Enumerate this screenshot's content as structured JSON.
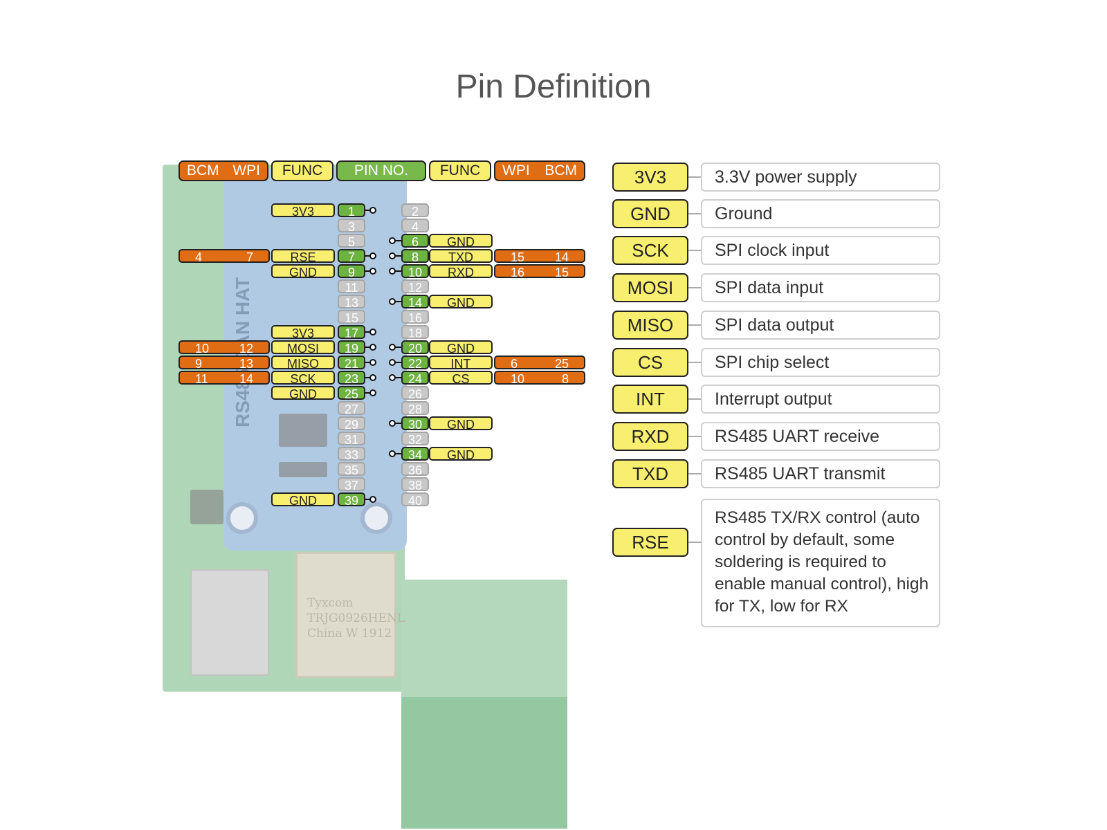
{
  "title": "Pin Definition",
  "headers": {
    "bcm": "BCM",
    "wpi": "WPI",
    "func": "FUNC",
    "pin_no": "PIN NO."
  },
  "colors": {
    "orange": "#e06c14",
    "yellow": "#f8ee70",
    "green": "#6cb33f",
    "grey": "#c8c8c8"
  },
  "board": {
    "hat_label": "RS485 CAN HAT",
    "eth_text": [
      "Tyxcom",
      "TRJG0926HENL",
      "China W 1912"
    ]
  },
  "left_pins": [
    {
      "num": "1",
      "func": "3V3",
      "bcm": "",
      "wpi": ""
    },
    {
      "num": "3",
      "func": "",
      "bcm": "",
      "wpi": ""
    },
    {
      "num": "5",
      "func": "",
      "bcm": "",
      "wpi": ""
    },
    {
      "num": "7",
      "func": "RSE",
      "bcm": "4",
      "wpi": "7"
    },
    {
      "num": "9",
      "func": "GND",
      "bcm": "",
      "wpi": ""
    },
    {
      "num": "11",
      "func": "",
      "bcm": "",
      "wpi": ""
    },
    {
      "num": "13",
      "func": "",
      "bcm": "",
      "wpi": ""
    },
    {
      "num": "15",
      "func": "",
      "bcm": "",
      "wpi": ""
    },
    {
      "num": "17",
      "func": "3V3",
      "bcm": "",
      "wpi": ""
    },
    {
      "num": "19",
      "func": "MOSI",
      "bcm": "10",
      "wpi": "12"
    },
    {
      "num": "21",
      "func": "MISO",
      "bcm": "9",
      "wpi": "13"
    },
    {
      "num": "23",
      "func": "SCK",
      "bcm": "11",
      "wpi": "14"
    },
    {
      "num": "25",
      "func": "GND",
      "bcm": "",
      "wpi": ""
    },
    {
      "num": "27",
      "func": "",
      "bcm": "",
      "wpi": ""
    },
    {
      "num": "29",
      "func": "",
      "bcm": "",
      "wpi": ""
    },
    {
      "num": "31",
      "func": "",
      "bcm": "",
      "wpi": ""
    },
    {
      "num": "33",
      "func": "",
      "bcm": "",
      "wpi": ""
    },
    {
      "num": "35",
      "func": "",
      "bcm": "",
      "wpi": ""
    },
    {
      "num": "37",
      "func": "",
      "bcm": "",
      "wpi": ""
    },
    {
      "num": "39",
      "func": "GND",
      "bcm": "",
      "wpi": ""
    }
  ],
  "right_pins": [
    {
      "num": "2",
      "func": "",
      "wpi": "",
      "bcm": ""
    },
    {
      "num": "4",
      "func": "",
      "wpi": "",
      "bcm": ""
    },
    {
      "num": "6",
      "func": "GND",
      "wpi": "",
      "bcm": ""
    },
    {
      "num": "8",
      "func": "TXD",
      "wpi": "15",
      "bcm": "14"
    },
    {
      "num": "10",
      "func": "RXD",
      "wpi": "16",
      "bcm": "15"
    },
    {
      "num": "12",
      "func": "",
      "wpi": "",
      "bcm": ""
    },
    {
      "num": "14",
      "func": "GND",
      "wpi": "",
      "bcm": ""
    },
    {
      "num": "16",
      "func": "",
      "wpi": "",
      "bcm": ""
    },
    {
      "num": "18",
      "func": "",
      "wpi": "",
      "bcm": ""
    },
    {
      "num": "20",
      "func": "GND",
      "wpi": "",
      "bcm": ""
    },
    {
      "num": "22",
      "func": "INT",
      "wpi": "6",
      "bcm": "25"
    },
    {
      "num": "24",
      "func": "CS",
      "wpi": "10",
      "bcm": "8"
    },
    {
      "num": "26",
      "func": "",
      "wpi": "",
      "bcm": ""
    },
    {
      "num": "28",
      "func": "",
      "wpi": "",
      "bcm": ""
    },
    {
      "num": "30",
      "func": "GND",
      "wpi": "",
      "bcm": ""
    },
    {
      "num": "32",
      "func": "",
      "wpi": "",
      "bcm": ""
    },
    {
      "num": "34",
      "func": "GND",
      "wpi": "",
      "bcm": ""
    },
    {
      "num": "36",
      "func": "",
      "wpi": "",
      "bcm": ""
    },
    {
      "num": "38",
      "func": "",
      "wpi": "",
      "bcm": ""
    },
    {
      "num": "40",
      "func": "",
      "wpi": "",
      "bcm": ""
    }
  ],
  "legend": [
    {
      "key": "3V3",
      "desc": "3.3V power supply"
    },
    {
      "key": "GND",
      "desc": "Ground"
    },
    {
      "key": "SCK",
      "desc": "SPI clock input"
    },
    {
      "key": "MOSI",
      "desc": "SPI data input"
    },
    {
      "key": "MISO",
      "desc": "SPI data output"
    },
    {
      "key": "CS",
      "desc": "SPI chip select"
    },
    {
      "key": "INT",
      "desc": "Interrupt output"
    },
    {
      "key": "RXD",
      "desc": "RS485 UART receive"
    },
    {
      "key": "TXD",
      "desc": "RS485 UART transmit"
    },
    {
      "key": "RSE",
      "desc": "RS485 TX/RX control (auto control by default, some soldering is required to enable manual control), high for TX, low for RX"
    }
  ]
}
